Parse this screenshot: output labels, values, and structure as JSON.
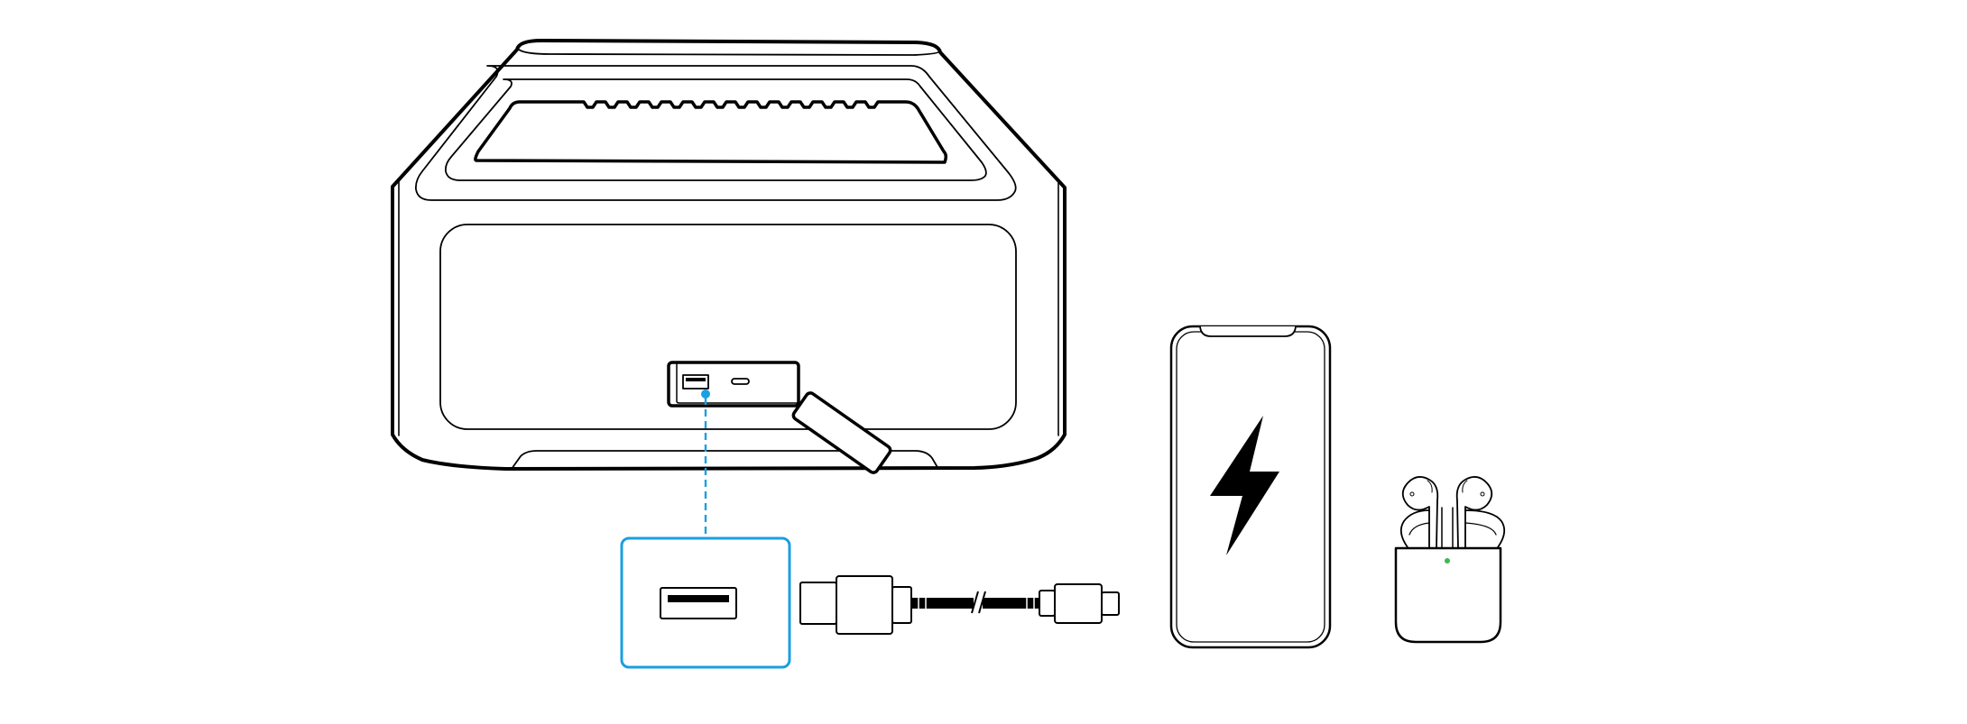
{
  "diagram": {
    "title": "Charging external devices via the speaker's USB-A output port",
    "colors": {
      "line": "#000000",
      "highlight": "#1a9fe0",
      "led": "#3cb94a",
      "background": "#ffffff"
    },
    "components": {
      "speaker": "Portable speaker (rear view) with carry handle",
      "port_panel": "Rear port panel with USB-A and USB-C ports under a rubber flap",
      "usb_a_port": "USB-A output port",
      "usb_c_port": "USB-C port",
      "port_flap": "Open protective flap",
      "usb_a_callout": "Magnified USB-A port (highlighted)",
      "cable": "USB-A to USB-C charging cable (shortened)",
      "phone": "Smartphone",
      "charging_icon": "lightning-bolt",
      "earbuds": "Wireless earbuds in charging case",
      "case_led": "Case status LED (green)"
    }
  }
}
